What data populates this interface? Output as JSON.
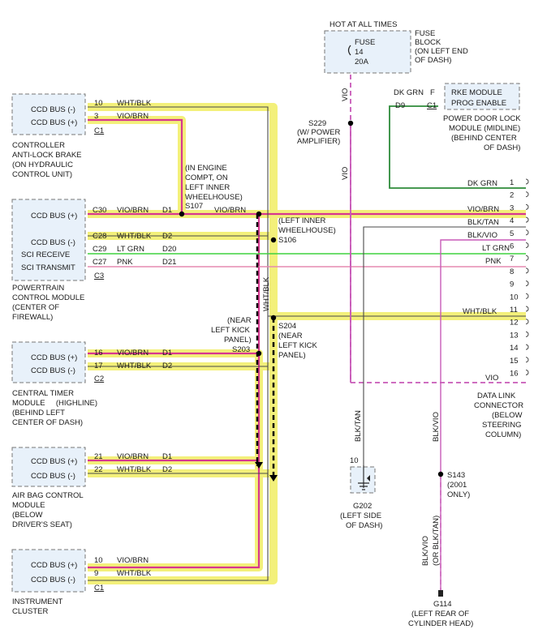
{
  "fuse": {
    "hot_label": "HOT AT ALL TIMES",
    "name": "FUSE",
    "number": "14",
    "rating": "20A",
    "block_label": [
      "FUSE",
      "BLOCK",
      "(ON LEFT END",
      "OF DASH)"
    ]
  },
  "splices": {
    "s229": [
      "S229",
      "(W/ POWER",
      "AMPLIFIER)"
    ],
    "s107": [
      "(IN ENGINE",
      "COMPT, ON",
      "LEFT INNER",
      "WHEELHOUSE)",
      "S107"
    ],
    "s106": [
      "(LEFT INNER",
      "WHEELHOUSE)",
      "S106"
    ],
    "s203": [
      "(NEAR",
      "LEFT KICK",
      "PANEL)",
      "S203"
    ],
    "s204": [
      "S204",
      "(NEAR",
      "LEFT KICK",
      "PANEL)"
    ],
    "s143": [
      "S143",
      "(2001",
      "ONLY)"
    ]
  },
  "rke": {
    "box": [
      "RKE MODULE",
      "PROG ENABLE"
    ],
    "wire": "DK GRN",
    "circuit": "D9",
    "pin": "F",
    "connector": "C1",
    "label": [
      "POWER DOOR LOCK",
      "MODULE (MIDLINE)",
      "(BEHIND CENTER",
      "OF DASH)"
    ]
  },
  "modules": {
    "abs": {
      "pins": [
        {
          "num": "10",
          "label": "CCD BUS (-)",
          "wire": "WHT/BLK"
        },
        {
          "num": "3",
          "label": "CCD BUS (+)",
          "wire": "VIO/BRN"
        }
      ],
      "connector": "C1",
      "label": [
        "CONTROLLER",
        "ANTI-LOCK BRAKE",
        "(ON HYDRAULIC",
        "CONTROL UNIT)"
      ]
    },
    "pcm": {
      "pins": [
        {
          "num": "C30",
          "label": "CCD BUS (+)",
          "wire": "VIO/BRN",
          "circuit": "D1"
        },
        {
          "num": "C28",
          "label": "CCD BUS (-)",
          "wire": "WHT/BLK",
          "circuit": "D2"
        },
        {
          "num": "C29",
          "label": "SCI RECEIVE",
          "wire": "LT GRN",
          "circuit": "D20"
        },
        {
          "num": "C27",
          "label": "SCI TRANSMIT",
          "wire": "PNK",
          "circuit": "D21"
        }
      ],
      "connector": "C3",
      "label": [
        "POWERTRAIN",
        "CONTROL MODULE",
        "(CENTER OF",
        "FIREWALL)"
      ]
    },
    "ctm": {
      "pins": [
        {
          "num": "16",
          "label": "CCD BUS (+)",
          "wire": "VIO/BRN",
          "circuit": "D1"
        },
        {
          "num": "17",
          "label": "CCD BUS (-)",
          "wire": "WHT/BLK",
          "circuit": "D2"
        }
      ],
      "connector": "C2",
      "label": [
        "CENTRAL TIMER",
        "MODULE     (HIGHLINE)",
        "(BEHIND LEFT",
        "CENTER OF DASH)"
      ]
    },
    "acm": {
      "pins": [
        {
          "num": "21",
          "label": "CCD BUS (+)",
          "wire": "VIO/BRN",
          "circuit": "D1"
        },
        {
          "num": "22",
          "label": "CCD BUS (-)",
          "wire": "WHT/BLK",
          "circuit": "D2"
        }
      ],
      "label": [
        "AIR BAG CONTROL",
        "MODULE",
        "(BELOW",
        "DRIVER'S SEAT)"
      ]
    },
    "ic": {
      "pins": [
        {
          "num": "10",
          "label": "CCD BUS (+)",
          "wire": "VIO/BRN"
        },
        {
          "num": "9",
          "label": "CCD BUS (-)",
          "wire": "WHT/BLK"
        }
      ],
      "connector": "C1",
      "label": [
        "INSTRUMENT",
        "CLUSTER"
      ]
    }
  },
  "shield_wire": "WHT/BLK",
  "vio_wire": "VIO",
  "blk_tan_wire": "BLK/TAN",
  "blk_vio_wire": "BLK/VIO",
  "alt_wire": [
    "BLK/VIO",
    "(OR BLK/TAN)"
  ],
  "dlc": {
    "pins": [
      "1",
      "2",
      "3",
      "4",
      "5",
      "6",
      "7",
      "8",
      "9",
      "10",
      "11",
      "12",
      "13",
      "14",
      "15",
      "16"
    ],
    "wires": {
      "1": "DK GRN",
      "3": "VIO/BRN",
      "4": "BLK/TAN",
      "5": "BLK/VIO",
      "6": "LT GRN",
      "7": "PNK",
      "11": "WHT/BLK",
      "16": "VIO"
    },
    "label": [
      "DATA LINK",
      "CONNECTOR",
      "(BELOW",
      "STEERING",
      "COLUMN)"
    ]
  },
  "g202": {
    "pin": "10",
    "label": [
      "G202",
      "(LEFT SIDE",
      "OF DASH)"
    ]
  },
  "g114": {
    "label": [
      "G114",
      "(LEFT REAR OF",
      "CYLINDER HEAD)"
    ]
  },
  "colors": {
    "highlight": "#f3f07a",
    "vio_brn": "#d7378f",
    "vio": "#c85ab8",
    "dk_grn": "#2e8b3a",
    "lt_grn": "#3fd23f",
    "pnk": "#e68ab0",
    "blk_wire": "#4a4a4a",
    "module_fill": "#e8f1fa"
  }
}
